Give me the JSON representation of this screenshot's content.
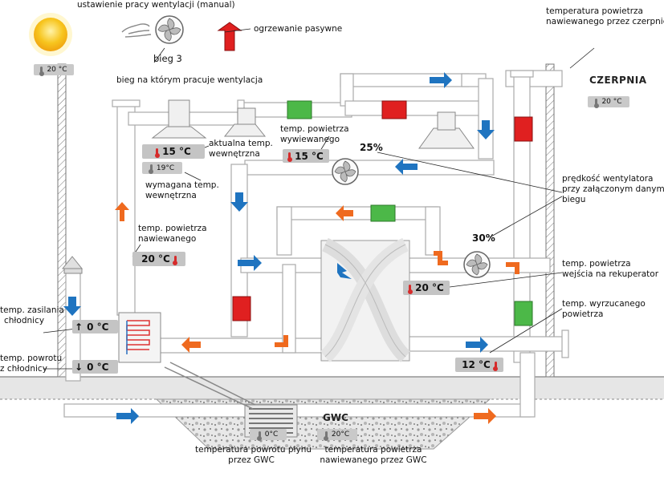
{
  "labels": {
    "manual_mode": "ustawienie pracy wentylacji (manual)",
    "passive_heating": "ogrzewanie pasywne",
    "gear_value": "bieg 3",
    "gear_desc": "bieg na którym pracuje wentylacja",
    "intake_temp_title_1": "temperatura powietrza",
    "intake_temp_title_2": "nawiewanego przez czerpnię",
    "intake_name": "CZERPNIA",
    "current_temp_1": "aktualna temp.",
    "current_temp_2": "wewnętrzna",
    "required_temp_1": "wymagana temp.",
    "required_temp_2": "wewnętrzna",
    "exhaust_temp_1": "temp. powietrza",
    "exhaust_temp_2": "wywiewanego",
    "supply_temp_1": "temp. powietrza",
    "supply_temp_2": "nawiewanego",
    "fan_speed_1": "prędkość wentylatora",
    "fan_speed_2": "przy załączonym danym",
    "fan_speed_3": "biegu",
    "recup_in_1": "temp. powietrza",
    "recup_in_2": "wejścia na rekuperator",
    "discharge_1": "temp. wyrzucanego",
    "discharge_2": "powietrza",
    "cooler_supply_1": "temp. zasilania",
    "cooler_supply_2": "chłodnicy",
    "cooler_return_1": "temp. powrotu",
    "cooler_return_2": "z chłodnicy",
    "gwc_return_1": "temperatura powrotu płynu",
    "gwc_return_2": "przez GWC",
    "gwc_supply_1": "temperatura powietrza",
    "gwc_supply_2": "nawiewanego przez GWC",
    "gwc_name": "GWC"
  },
  "readings": {
    "outdoor": "20 °C",
    "intake": "20 °C",
    "current_indoor": "15 °C",
    "required_indoor": "19°C",
    "exhaust": "15 °C",
    "supply": "20 °C",
    "recup_in": "20 °C",
    "discharge": "12 °C",
    "cooler_supply_sign": "↑",
    "cooler_supply": "0 °C",
    "cooler_return_sign": "↓",
    "cooler_return": "0 °C",
    "gwc_fluid_return": "0°C",
    "gwc_air_supply": "20°C",
    "fan_speed_top": "25%",
    "fan_speed_main": "30%"
  },
  "colors": {
    "cold_flow": "#1f74c0",
    "warm_flow": "#ef6a1f",
    "heat_red": "#e02020",
    "damper_green": "#4cb848",
    "damper_red": "#e02020",
    "pipe": "#ffffff",
    "pipe_outline": "#aaaaaa",
    "sun": "#f6c21a"
  },
  "icons": [
    "sun-icon",
    "hand-icon",
    "fan-icon",
    "thermometer-icon",
    "hood-icon",
    "recuperator-icon",
    "coil-icon"
  ]
}
